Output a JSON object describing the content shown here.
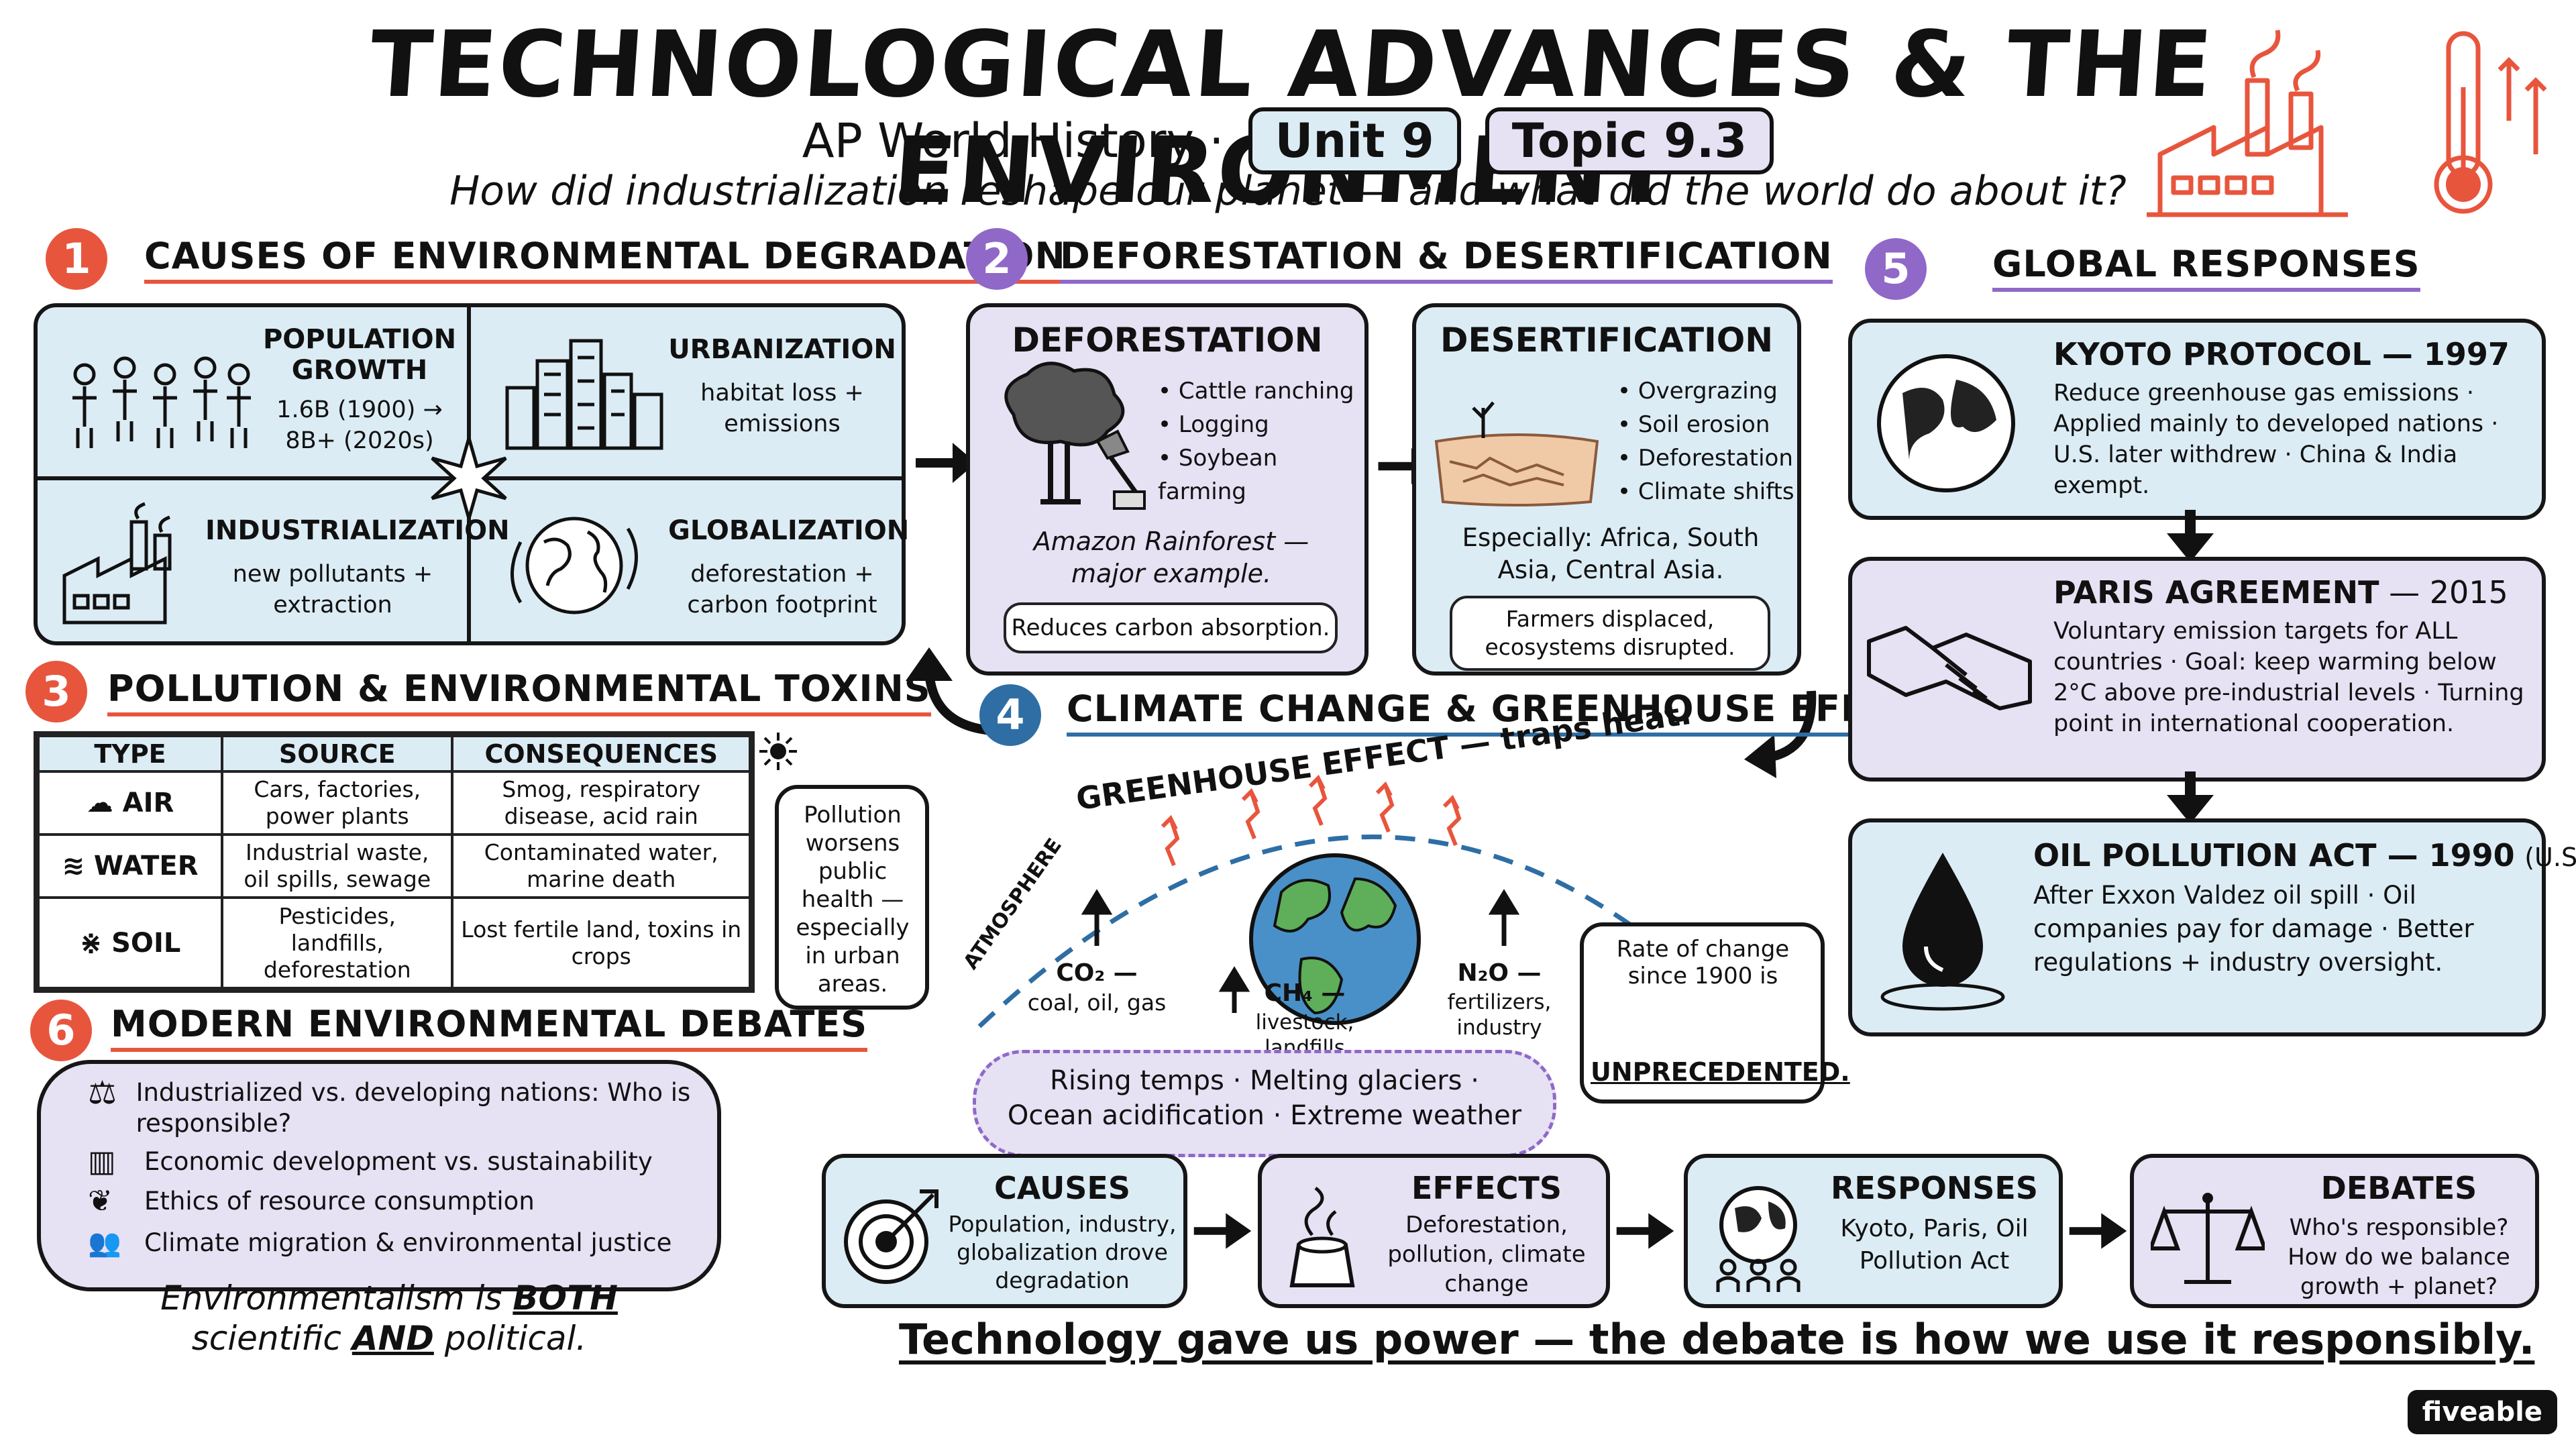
{
  "header": {
    "title": "TECHNOLOGICAL ADVANCES & THE ENVIRONMENT",
    "course": "AP World History ·",
    "unit": "Unit 9",
    "topic": "Topic 9.3",
    "question": "How did industrialization reshape our planet — and what did the world do about it?"
  },
  "sec1": {
    "num": "1",
    "title": "CAUSES OF ENVIRONMENTAL DEGRADATION",
    "pop_title": "POPULATION GROWTH",
    "pop_text": "1.6B (1900) → 8B+ (2020s)",
    "urb_title": "URBANIZATION",
    "urb_text": "habitat loss + emissions",
    "ind_title": "INDUSTRIALIZATION",
    "ind_text": "new pollutants + extraction",
    "glob_title": "GLOBALIZATION",
    "glob_text": "deforestation + carbon footprint"
  },
  "sec2": {
    "num": "2",
    "title": "DEFORESTATION & DESERTIFICATION",
    "def_title": "DEFORESTATION",
    "def_bullets": [
      "• Cattle ranching",
      "• Logging",
      "• Soybean farming"
    ],
    "def_example": "Amazon Rainforest — major example.",
    "def_note": "Reduces carbon absorption.",
    "des_title": "DESERTIFICATION",
    "des_bullets": [
      "• Overgrazing",
      "• Soil erosion",
      "• Deforestation",
      "• Climate shifts"
    ],
    "des_example": "Especially: Africa, South Asia, Central Asia.",
    "des_note": "Farmers displaced, ecosystems disrupted."
  },
  "sec3": {
    "num": "3",
    "title": "POLLUTION & ENVIRONMENTAL TOXINS",
    "headers": [
      "TYPE",
      "SOURCE",
      "CONSEQUENCES"
    ],
    "rows": [
      {
        "type": "AIR",
        "source": "Cars, factories, power plants",
        "consequence": "Smog, respiratory disease, acid rain"
      },
      {
        "type": "WATER",
        "source": "Industrial waste, oil spills, sewage",
        "consequence": "Contaminated water, marine death"
      },
      {
        "type": "SOIL",
        "source": "Pesticides, landfills, deforestation",
        "consequence": "Lost fertile land, toxins in crops"
      }
    ],
    "note": "Pollution worsens public health — especially in urban areas."
  },
  "sec4": {
    "num": "4",
    "title": "CLIMATE CHANGE & GREENHOUSE EFFECT",
    "arc_label": "GREENHOUSE EFFECT — traps heat.",
    "atmosphere": "ATMOSPHERE",
    "co2": "CO₂ —",
    "co2_src": "coal, oil, gas",
    "ch4": "CH₄ —",
    "ch4_src": "livestock, landfills",
    "n2o": "N₂O —",
    "n2o_src": "fertilizers, industry",
    "effects_line1": "Rising temps · Melting glaciers ·",
    "effects_line2": "Ocean acidification · Extreme weather",
    "rate_text": "Rate of change since 1900 is",
    "rate_emph": "UNPRECEDENTED."
  },
  "sec5": {
    "num": "5",
    "title": "GLOBAL RESPONSES",
    "kyoto_title": "KYOTO PROTOCOL — 1997",
    "kyoto_text": "Reduce greenhouse gas emissions · Applied mainly to developed nations · U.S. later withdrew · China & India exempt.",
    "paris_title": "PARIS AGREEMENT",
    "paris_year": "— 2015",
    "paris_text": "Voluntary emission targets for ALL countries · Goal: keep warming below 2°C above pre-industrial levels · Turning point in international cooperation.",
    "oil_title": "OIL POLLUTION ACT — 1990",
    "oil_suffix": "(U.S.)",
    "oil_text": "After Exxon Valdez oil spill · Oil companies pay for damage · Better regulations + industry oversight."
  },
  "sec6": {
    "num": "6",
    "title": "MODERN ENVIRONMENTAL DEBATES",
    "items": [
      "Industrialized vs. developing nations: Who is responsible?",
      "Economic development vs. sustainability",
      "Ethics of resource consumption",
      "Climate migration & environmental justice"
    ],
    "closing_a": "Environmentalism is",
    "closing_both": "BOTH",
    "closing_b": "scientific",
    "closing_and": "AND",
    "closing_c": "political."
  },
  "flow": [
    {
      "title": "CAUSES",
      "text": "Population, industry, globalization drove degradation"
    },
    {
      "title": "EFFECTS",
      "text": "Deforestation, pollution, climate change"
    },
    {
      "title": "RESPONSES",
      "text": "Kyoto, Paris, Oil Pollution Act"
    },
    {
      "title": "DEBATES",
      "text": "Who's responsible? How do we balance growth + planet?"
    }
  ],
  "tagline": "Technology gave us power — the debate is how we use it responsibly.",
  "brand": "fiveable",
  "colors": {
    "red": "#e8553d",
    "violet": "#9068c8",
    "navy": "#2e6ea5",
    "blue_fill": "#dcecf5",
    "purple_fill": "#e7e1f4"
  },
  "icons": [
    "factory-icon",
    "thermometer-icon",
    "people-icon",
    "buildings-icon",
    "globe-icon",
    "tree-axe-icon",
    "cracked-earth-icon",
    "handshake-icon",
    "oil-drop-icon",
    "scales-icon",
    "target-icon"
  ]
}
